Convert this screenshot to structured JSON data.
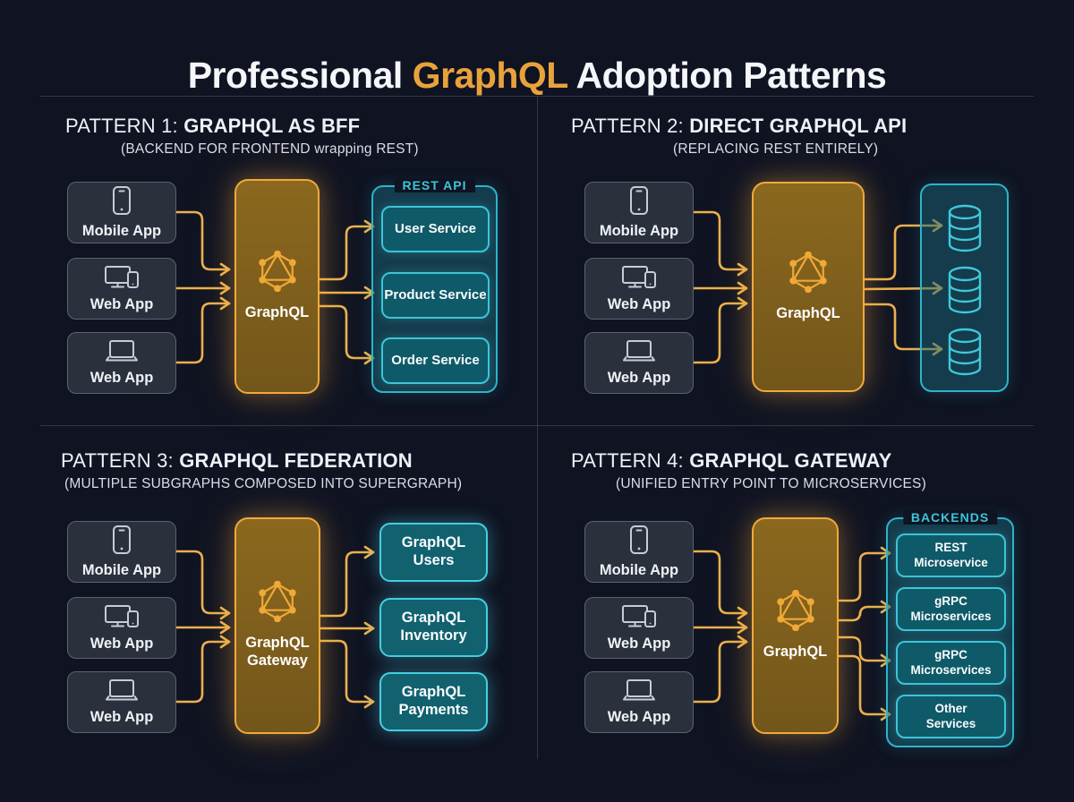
{
  "title": {
    "prefix": "Professional ",
    "highlight": "GraphQL",
    "suffix": " Adoption Patterns"
  },
  "colors": {
    "background": "#0F1322",
    "accent_gold": "#E9A23B",
    "accent_cyan": "#3CC5D8",
    "arrow": "#ECB14D",
    "client_box": "#2A303C",
    "service_box": "#0F5A69"
  },
  "patterns": [
    {
      "heading_prefix": "PATTERN 1: ",
      "heading_bold": "GRAPHQL AS BFF",
      "subtitle": "(BACKEND FOR FRONTEND wrapping REST)",
      "clients": [
        {
          "icon": "smartphone-icon",
          "label": "Mobile App"
        },
        {
          "icon": "devices-icon",
          "label": "Web App"
        },
        {
          "icon": "laptop-icon",
          "label": "Web App"
        }
      ],
      "hub_label": "GraphQL",
      "group_label": "REST API",
      "services": [
        "User Service",
        "Product Service",
        "Order Service"
      ]
    },
    {
      "heading_prefix": "PATTERN 2: ",
      "heading_bold": "DIRECT GRAPHQL API",
      "subtitle": "(REPLACING REST ENTIRELY)",
      "clients": [
        {
          "icon": "smartphone-icon",
          "label": "Mobile App"
        },
        {
          "icon": "devices-icon",
          "label": "Web App"
        },
        {
          "icon": "laptop-icon",
          "label": "Web App"
        }
      ],
      "hub_label": "GraphQL",
      "right_panel": {
        "type": "databases",
        "icon": "database-icon",
        "count": 3
      }
    },
    {
      "heading_prefix": "PATTERN 3: ",
      "heading_bold": "GRAPHQL FEDERATION",
      "subtitle": "(MULTIPLE SUBGRAPHS COMPOSED INTO SUPERGRAPH)",
      "clients": [
        {
          "icon": "smartphone-icon",
          "label": "Mobile App"
        },
        {
          "icon": "devices-icon",
          "label": "Web App"
        },
        {
          "icon": "laptop-icon",
          "label": "Web App"
        }
      ],
      "hub_label": "GraphQL\nGateway",
      "services": [
        "GraphQL\nUsers",
        "GraphQL\nInventory",
        "GraphQL\nPayments"
      ]
    },
    {
      "heading_prefix": "PATTERN 4: ",
      "heading_bold": "GRAPHQL GATEWAY",
      "subtitle": "(UNIFIED ENTRY POINT TO MICROSERVICES)",
      "clients": [
        {
          "icon": "smartphone-icon",
          "label": "Mobile App"
        },
        {
          "icon": "devices-icon",
          "label": "Web App"
        },
        {
          "icon": "laptop-icon",
          "label": "Web App"
        }
      ],
      "hub_label": "GraphQL",
      "group_label": "BACKENDS",
      "services": [
        "REST\nMicroservice",
        "gRPC\nMicroservices",
        "gRPC\nMicroservices",
        "Other\nServices"
      ]
    }
  ]
}
